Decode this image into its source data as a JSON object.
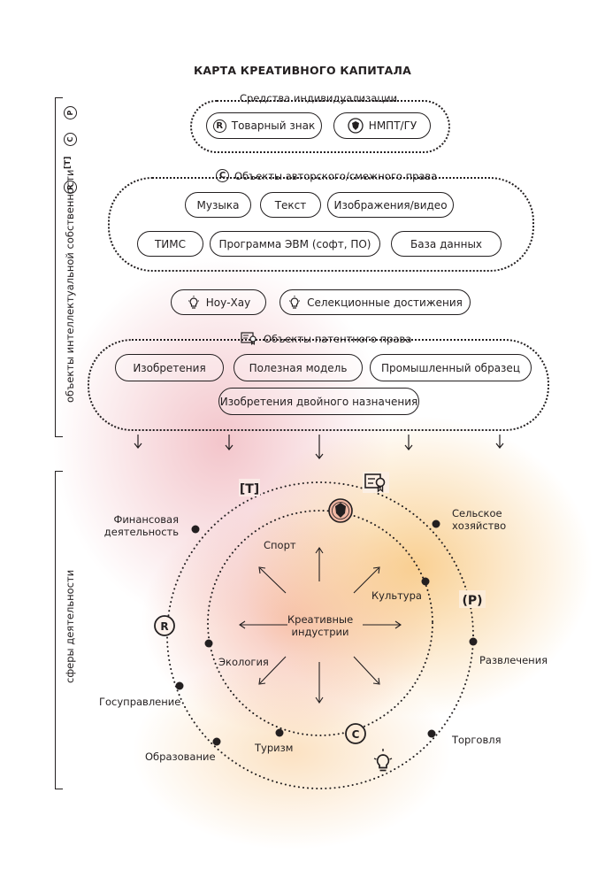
{
  "title": "КАРТА КРЕАТИВНОГО КАПИТАЛА",
  "left_labels": {
    "ip_objects": "объекты интеллектуальной собственности",
    "spheres": "сферы деятельности"
  },
  "ip_symbols": [
    "R",
    "[T]",
    "C",
    "(P)"
  ],
  "groups": {
    "individualization": {
      "label": "Средства индивидуализации",
      "items": [
        "Товарный знак",
        "НМПТ/ГУ"
      ]
    },
    "copyright": {
      "label": "Объекты авторского/смежного права",
      "row1": [
        "Музыка",
        "Текст",
        "Изображения/видео"
      ],
      "row2": [
        "ТИМС",
        "Программа ЭВМ (софт, ПО)",
        "База данных"
      ]
    },
    "knowhow": [
      "Ноу-Хау",
      "Селекционные достижения"
    ],
    "patent": {
      "label": "Объекты патентного права",
      "row1": [
        "Изобретения",
        "Полезная модель",
        "Промышленный образец"
      ],
      "row2": [
        "Изобретения двойного назначения"
      ]
    }
  },
  "diagram": {
    "center": "Креативные\nиндустрии",
    "inner_labels": [
      "Спорт",
      "Культура",
      "Экология",
      "Туризм"
    ],
    "outer_labels": [
      "Финансовая\nдеятельность",
      "Сельское\nхозяйство",
      "Развлечения",
      "Торговля",
      "Образование",
      "Госуправление"
    ],
    "ring_symbols": [
      "[T]",
      "R",
      "(P)",
      "C"
    ],
    "ring_icons": [
      "patent-certificate-icon",
      "lightbulb-icon",
      "emblem-icon"
    ]
  },
  "colors": {
    "ink": "#231f20",
    "pink_glow": "#e996a0",
    "orange_glow": "#f7c06e"
  }
}
